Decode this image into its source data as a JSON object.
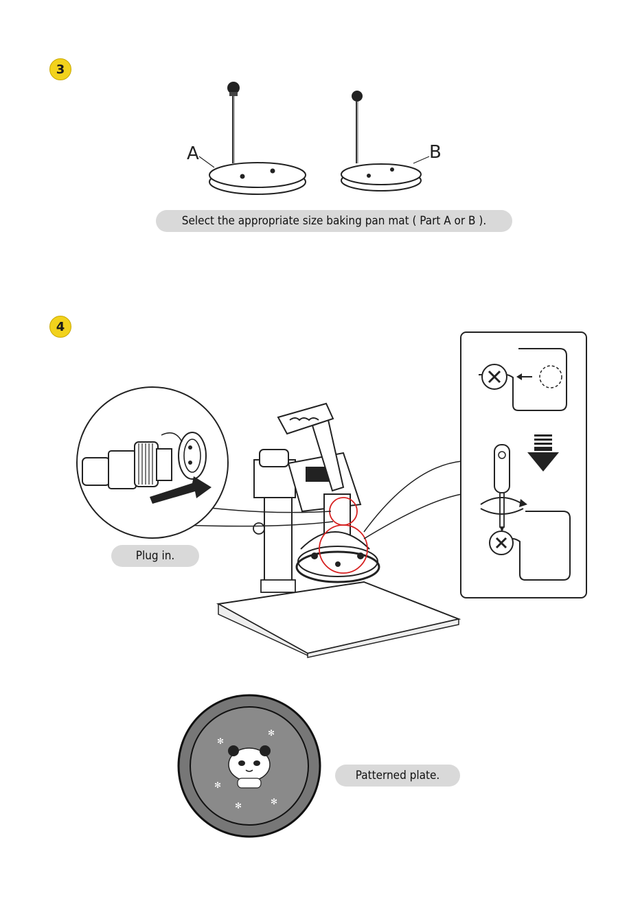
{
  "step3": {
    "badge": "3",
    "label_a": "A",
    "label_b": "B",
    "caption": "Select the appropriate size baking pan mat ( Part A or B )."
  },
  "step4": {
    "badge": "4",
    "plug_caption": "Plug in.",
    "plate_caption": "Patterned plate."
  },
  "colors": {
    "badge": "#f2d21c",
    "pill": "#d9d9d9",
    "highlight": "#d62020"
  }
}
